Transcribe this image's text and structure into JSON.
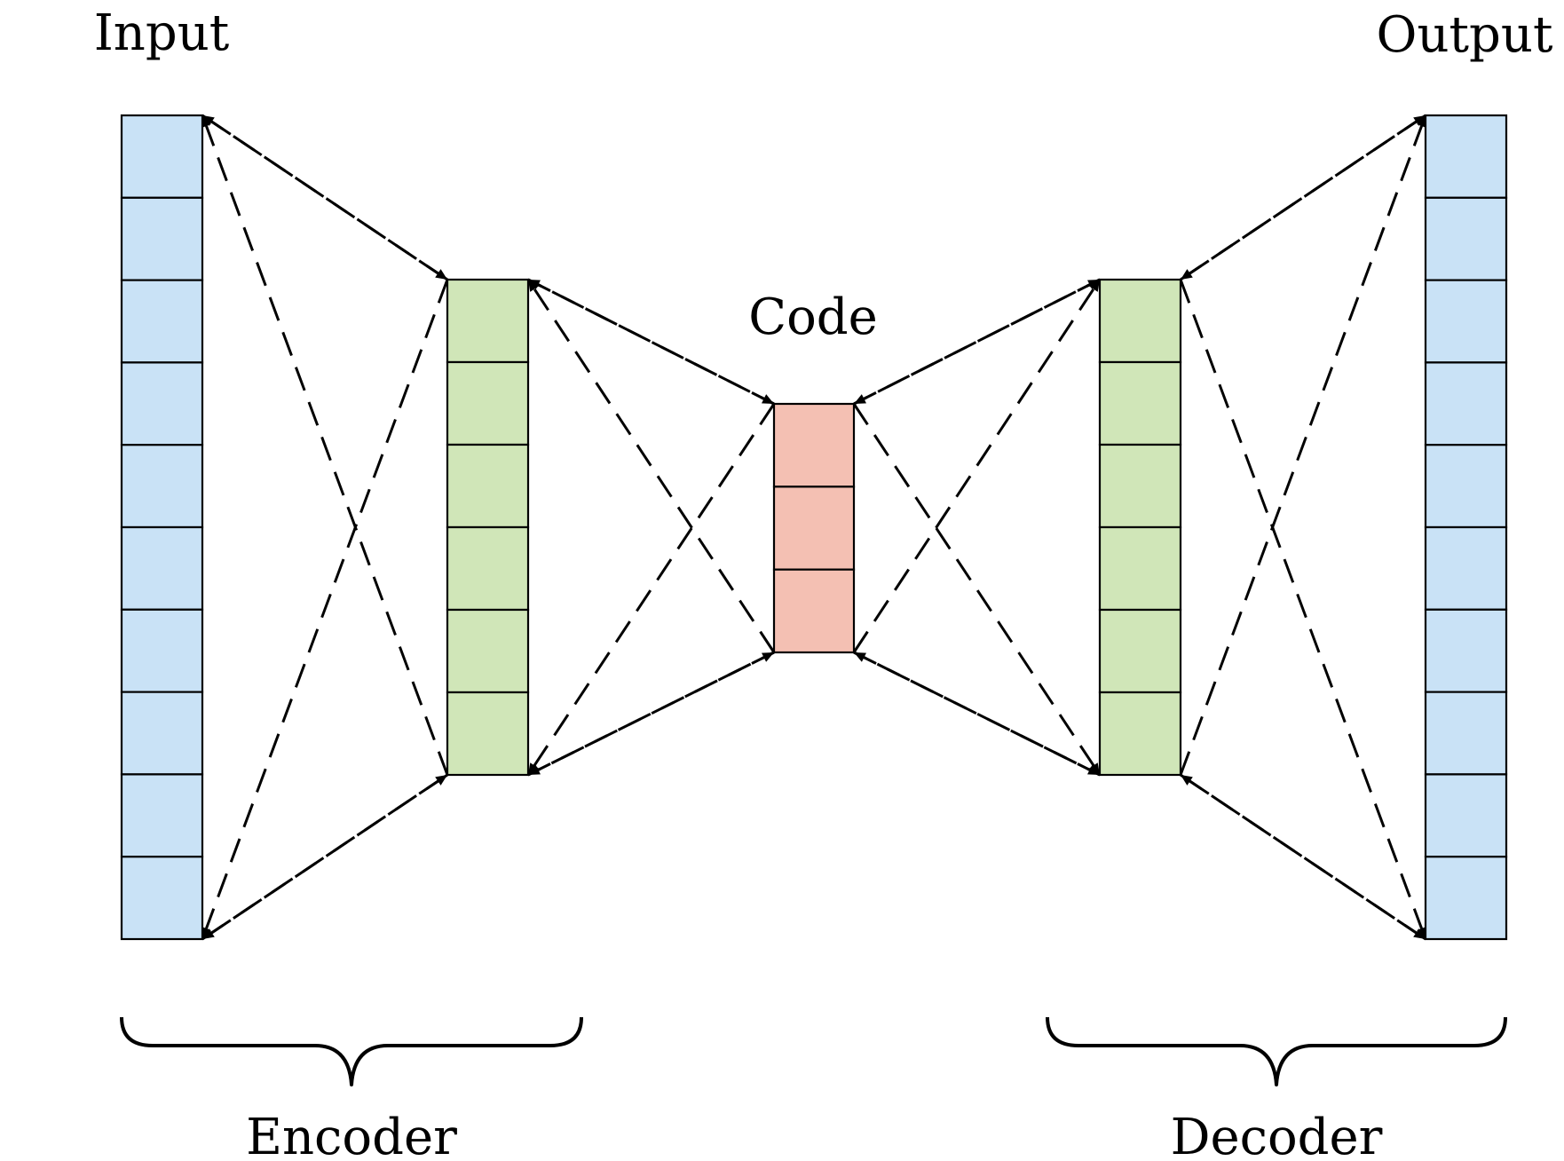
{
  "labels": {
    "input": "Input",
    "output": "Output",
    "code": "Code",
    "encoder": "Encoder",
    "decoder": "Decoder"
  },
  "layers": [
    {
      "id": "input-layer",
      "cells": 10,
      "color": "#c9e2f6"
    },
    {
      "id": "encoder-hidden-layer",
      "cells": 6,
      "color": "#d0e6b8"
    },
    {
      "id": "code-layer",
      "cells": 3,
      "color": "#f4c0b3"
    },
    {
      "id": "decoder-hidden-layer",
      "cells": 6,
      "color": "#d0e6b8"
    },
    {
      "id": "output-layer",
      "cells": 10,
      "color": "#c9e2f6"
    }
  ],
  "colors": {
    "stroke": "#000000",
    "background": "#ffffff"
  }
}
